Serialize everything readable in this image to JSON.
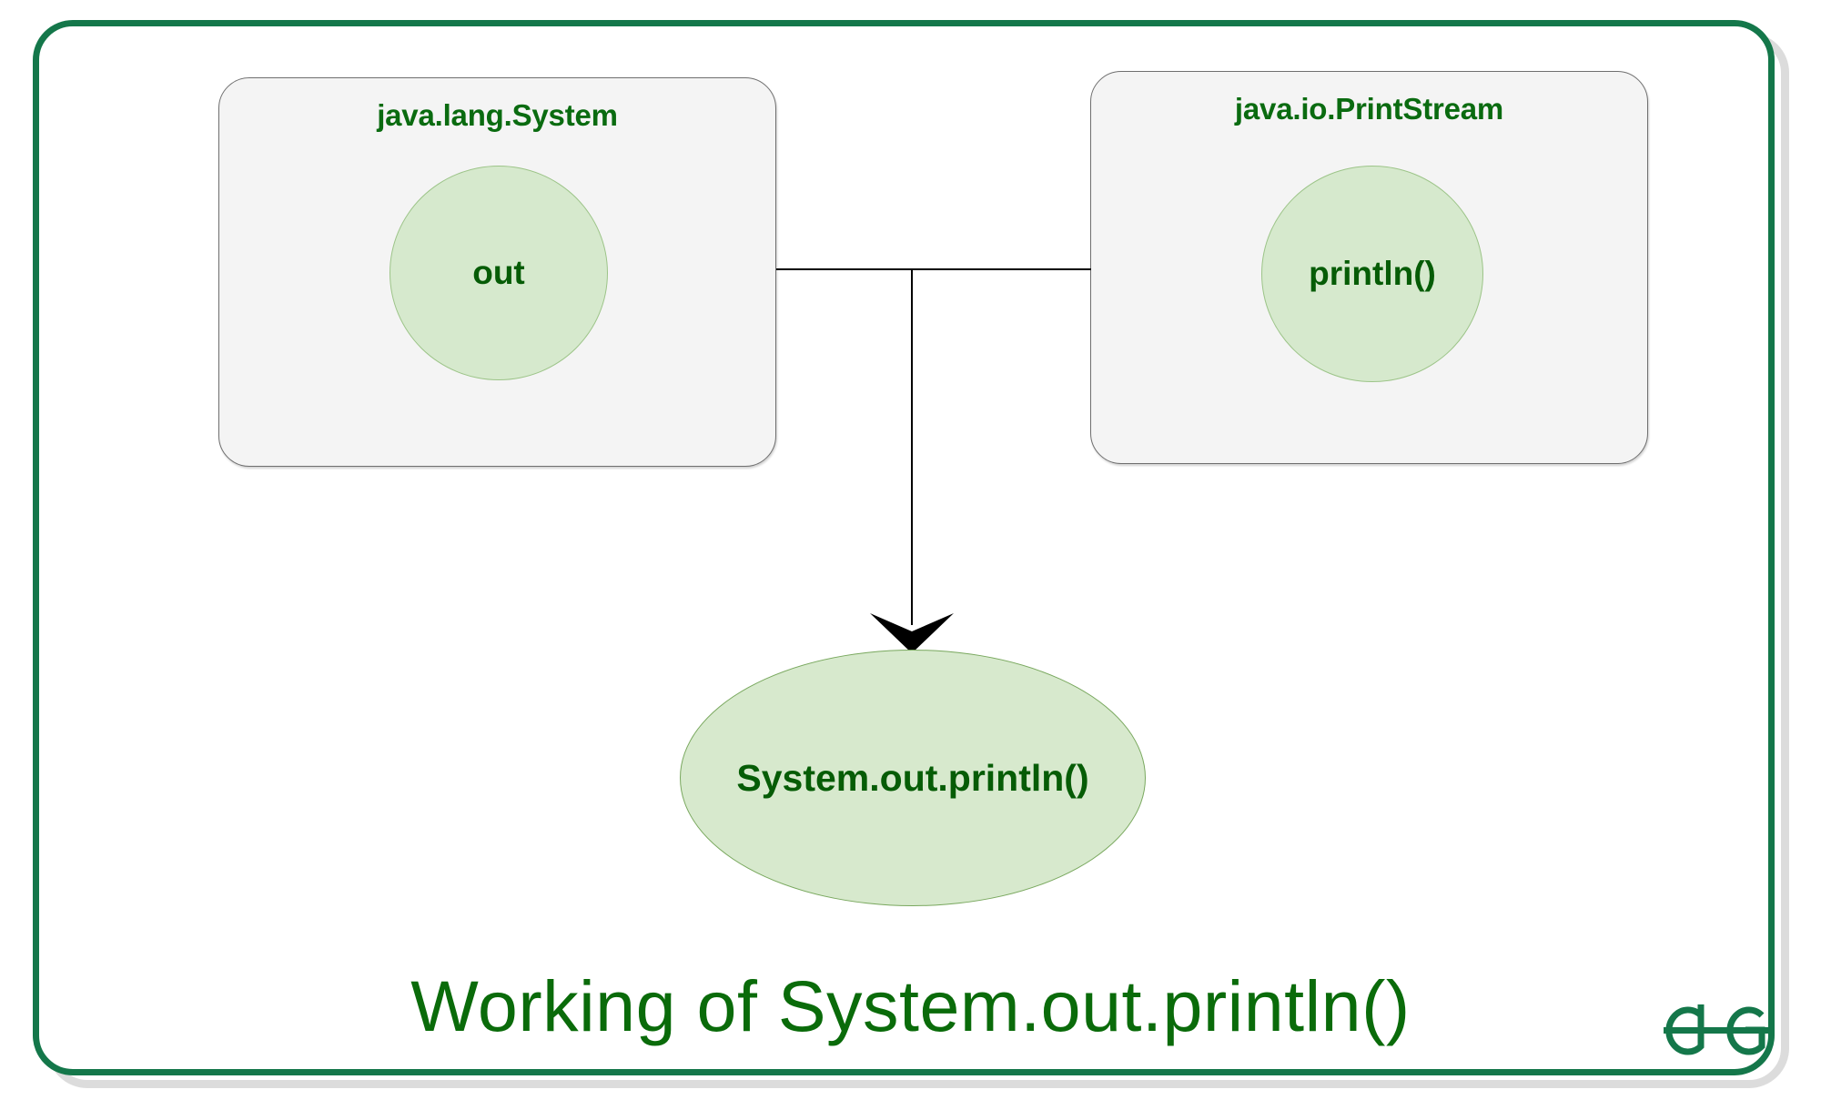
{
  "diagram": {
    "caption": "Working of System.out.println()",
    "colors": {
      "frame_green": "#14774a",
      "frame_shadow_grey": "#dcdcdc",
      "box_fill": "#f4f4f4",
      "box_border": "#6f6f6f",
      "node_fill": "#d6e9cd",
      "node_border": "#9cc488",
      "text_green": "#065c06",
      "title_green": "#0a6b10",
      "connector_black": "#000000",
      "logo_green": "#14774a"
    },
    "boxes": [
      {
        "id": "java-lang-system",
        "title": "java.lang.System",
        "member": "out"
      },
      {
        "id": "java-io-printstream",
        "title": "java.io.PrintStream",
        "member": "println()"
      }
    ],
    "result_node": {
      "label": "System.out.println()"
    },
    "connectors": [
      {
        "id": "out-to-junction",
        "from": "out",
        "to": "junction",
        "style": "line",
        "orientation": "horizontal"
      },
      {
        "id": "println-to-junction",
        "from": "println()",
        "to": "junction",
        "style": "line",
        "orientation": "horizontal"
      },
      {
        "id": "junction-to-result",
        "from": "junction",
        "to": "System.out.println()",
        "style": "arrow",
        "orientation": "vertical",
        "arrowhead": "down"
      }
    ],
    "logo": {
      "name": "geeksforgeeks-logo",
      "alt": "GeeksforGeeks"
    }
  }
}
